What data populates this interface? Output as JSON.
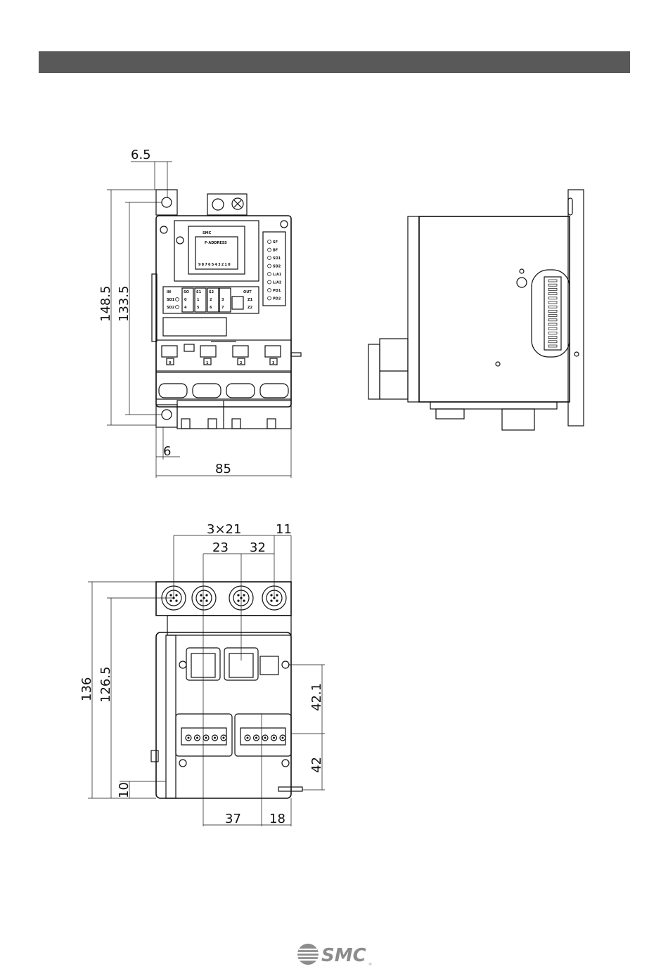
{
  "dimensions": {
    "front_top_offset": "6.5",
    "front_height_outer": "148.5",
    "front_height_inner": "133.5",
    "front_bottom_offset": "6",
    "front_width": "85",
    "bottom_pitch": "3×21",
    "bottom_edge": "11",
    "bottom_a": "23",
    "bottom_b": "32",
    "bottom_height_outer": "136",
    "bottom_height_inner": "126.5",
    "bottom_base": "10",
    "bottom_right_upper": "42.1",
    "bottom_right_lower": "42",
    "bottom_width_a": "37",
    "bottom_width_b": "18"
  },
  "panel": {
    "brand_small": "SMC",
    "address_label": "F-ADDRESS",
    "address_digits": "9876543210",
    "port_numbers": [
      "0",
      "1",
      "2",
      "3"
    ],
    "leds_right": [
      "SF",
      "BF",
      "SD1",
      "SD2",
      "L/A1",
      "L/A2",
      "PD1",
      "PD2"
    ],
    "in_group": [
      "IN",
      "SD1",
      "SD2"
    ],
    "mid_groups": [
      "SO",
      "S1",
      "S2"
    ],
    "out_group": [
      "OUT",
      "Z1",
      "Z2"
    ],
    "digits_a": [
      "0",
      "4"
    ],
    "digits_b": [
      "1",
      "5"
    ],
    "digits_c": [
      "2",
      "6"
    ],
    "digits_d": [
      "3",
      "7"
    ]
  },
  "logo": {
    "text": "SMC",
    "registered": "®"
  }
}
